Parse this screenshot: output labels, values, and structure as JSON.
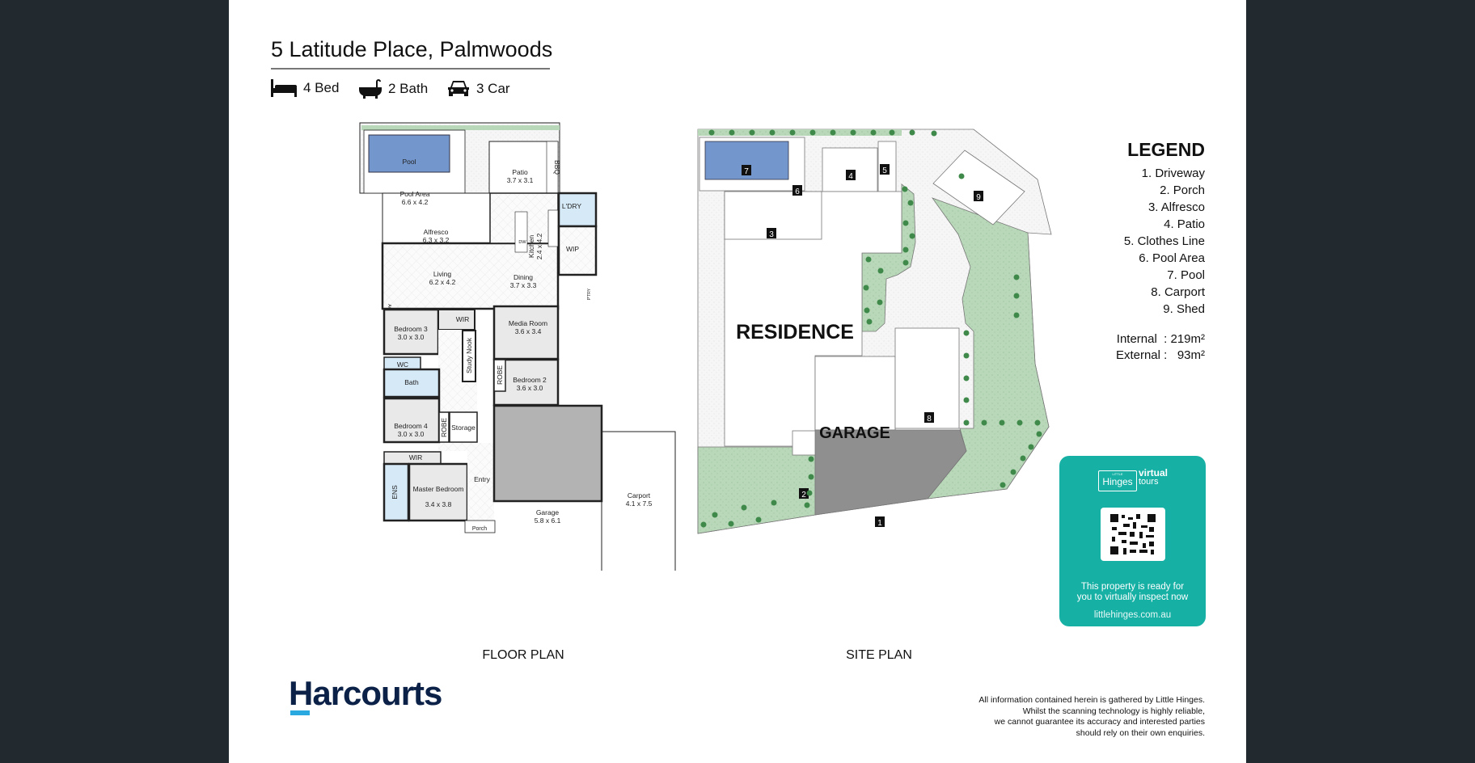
{
  "header": {
    "title": "5 Latitude Place, Palmwoods",
    "amenities": [
      {
        "icon": "bed-icon",
        "label": "4 Bed"
      },
      {
        "icon": "bath-icon",
        "label": "2 Bath"
      },
      {
        "icon": "car-icon",
        "label": "3 Car"
      }
    ]
  },
  "floor_plan": {
    "caption": "FLOOR PLAN",
    "rooms": [
      {
        "name": "Pool",
        "dims": ""
      },
      {
        "name": "Pool Area",
        "dims": "6.6 x 4.2"
      },
      {
        "name": "Patio",
        "dims": "3.7 x 3.1"
      },
      {
        "name": "BBQ",
        "dims": ""
      },
      {
        "name": "Alfresco",
        "dims": "6.3 x 3.2"
      },
      {
        "name": "L'DRY",
        "dims": ""
      },
      {
        "name": "Kitchen",
        "dims": "2.4 x 4.2"
      },
      {
        "name": "WIP",
        "dims": ""
      },
      {
        "name": "Living",
        "dims": "6.2 x 4.2"
      },
      {
        "name": "Dining",
        "dims": "3.7 x 3.3"
      },
      {
        "name": "Bedroom 3",
        "dims": "3.0 x 3.0"
      },
      {
        "name": "WIR",
        "dims": ""
      },
      {
        "name": "Study Nook",
        "dims": ""
      },
      {
        "name": "Media Room",
        "dims": "3.6 x 3.4"
      },
      {
        "name": "WC",
        "dims": ""
      },
      {
        "name": "Bath",
        "dims": ""
      },
      {
        "name": "ROBE",
        "dims": ""
      },
      {
        "name": "Bedroom 2",
        "dims": "3.6 x 3.0"
      },
      {
        "name": "Bedroom 4",
        "dims": "3.0 x 3.0"
      },
      {
        "name": "ROBE",
        "dims": ""
      },
      {
        "name": "Storage",
        "dims": ""
      },
      {
        "name": "Garage",
        "dims": "5.8 x 6.1"
      },
      {
        "name": "Carport",
        "dims": "4.1 x 7.5"
      },
      {
        "name": "WIR",
        "dims": ""
      },
      {
        "name": "ENS",
        "dims": ""
      },
      {
        "name": "Master Bedroom",
        "dims": "3.4 x 3.8"
      },
      {
        "name": "Entry",
        "dims": ""
      },
      {
        "name": "Porch",
        "dims": ""
      }
    ],
    "fixtures": {
      "dw": "DW",
      "ac": "AC",
      "pantry": "P'TRY"
    }
  },
  "site_plan": {
    "caption": "SITE PLAN",
    "residence": "RESIDENCE",
    "garage": "GARAGE",
    "markers": [
      "1",
      "2",
      "3",
      "4",
      "5",
      "6",
      "7",
      "8",
      "9"
    ]
  },
  "legend": {
    "title": "LEGEND",
    "items": [
      "1. Driveway",
      "2. Porch",
      "3. Alfresco",
      "4. Patio",
      "5. Clothes Line",
      "6. Pool Area",
      "7. Pool",
      "8. Carport",
      "9. Shed"
    ],
    "internal": "Internal  : 219m²",
    "external": "External :   93m²"
  },
  "virtual_tour": {
    "brand_small": "LITTLE",
    "brand": "Hinges",
    "tag1": "virtual",
    "tag2": "tours",
    "line1": "This property is ready for",
    "line2": "you to virtually inspect now",
    "url": "littlehinges.com.au",
    "color": "#16b0a5"
  },
  "footer": {
    "logo": "Harcourts",
    "disclaimer": [
      "All information contained herein is gathered by Little Hinges.",
      "Whilst the scanning technology is highly reliable,",
      "we cannot guarantee its accuracy and interested parties",
      "should rely on their own enquiries."
    ]
  }
}
